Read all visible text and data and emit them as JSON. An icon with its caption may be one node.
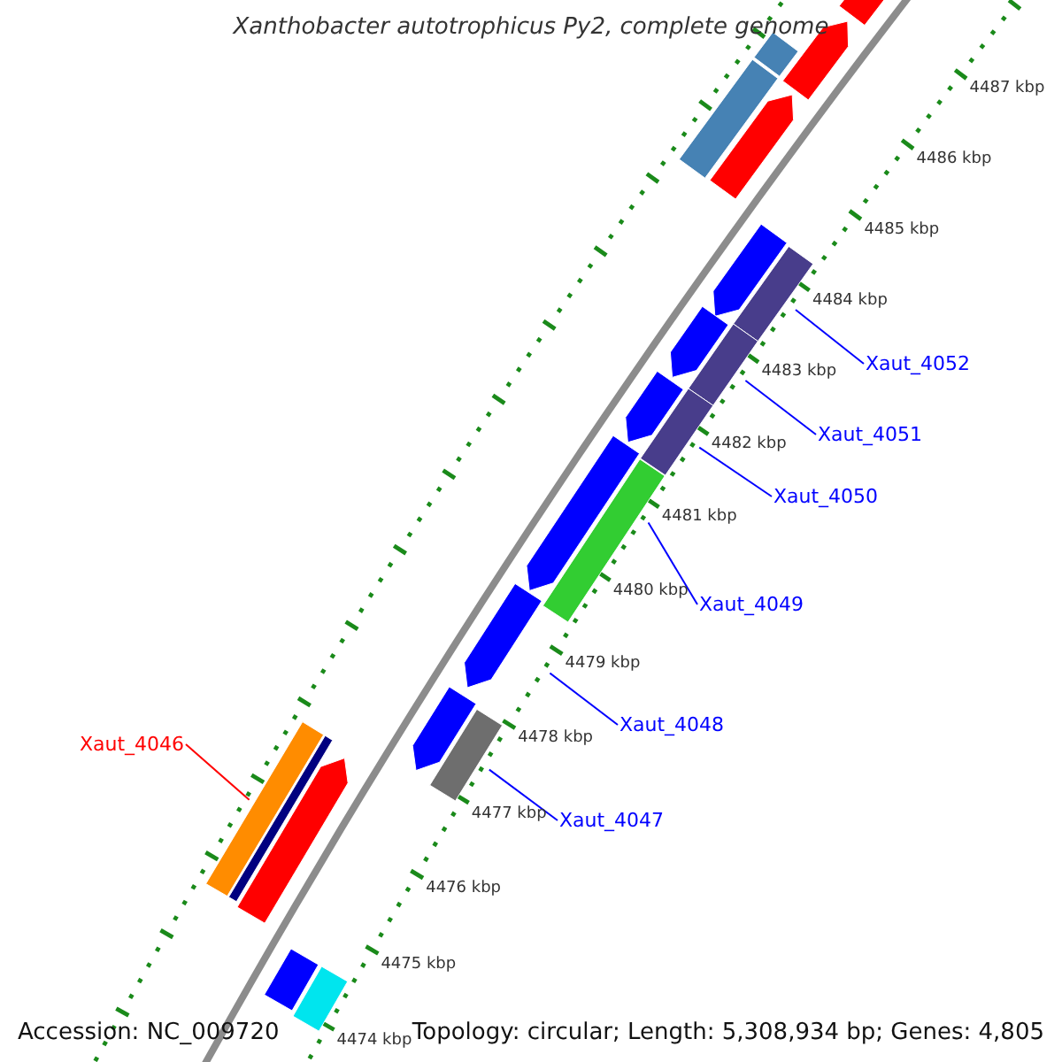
{
  "diagram": {
    "title": "Xanthobacter autotrophicus Py2, complete genome",
    "nodes": [
      {
        "text": [
          "Xaut_4052"
        ]
      },
      {
        "text": [
          "Xaut_4051"
        ]
      },
      {
        "text": [
          "Xaut_4050"
        ]
      },
      {
        "text": [
          "Xaut_4049"
        ]
      },
      {
        "text": [
          "Xaut_4048"
        ]
      },
      {
        "text": [
          "Xaut_4046"
        ]
      },
      {
        "text": [
          "Xaut_4047"
        ]
      },
      {
        "text": [],
        "shape": "bar"
      },
      {
        "text": [],
        "shape": "bar"
      },
      {
        "text": [],
        "shape": "bar"
      },
      {
        "text": [],
        "shape": "bar"
      },
      {
        "text": [],
        "shape": "bar"
      },
      {
        "text": [],
        "shape": "bar"
      },
      {
        "text": [],
        "shape": "bar"
      },
      {
        "text": [],
        "shape": "bar"
      },
      {
        "text": [],
        "shape": "bar"
      },
      {
        "text": [],
        "shape": "bar"
      },
      {
        "text": [],
        "shape": "bar"
      },
      {
        "text": [],
        "shape": "bar"
      },
      {
        "text": [],
        "shape": "bar"
      },
      {
        "text": [],
        "shape": "bar"
      },
      {
        "text": [],
        "shape": "bar"
      },
      {
        "text": [],
        "shape": "bar"
      },
      {
        "text": [],
        "shape": "bar"
      },
      {
        "text": [],
        "shape": "bar"
      },
      {
        "text": [],
        "shape": "bar"
      },
      {
        "text": [],
        "shape": "bar"
      },
      {
        "text": [],
        "shape": "bar"
      }
    ],
    "edges": [
      {
        "from": 0,
        "to": 13,
        "arrow": "none"
      },
      {
        "from": 1,
        "to": 15,
        "arrow": "none"
      },
      {
        "from": 2,
        "to": 17,
        "arrow": "none"
      },
      {
        "from": 3,
        "to": 19,
        "arrow": "none"
      },
      {
        "from": 4,
        "to": 20,
        "arrow": "none"
      },
      {
        "from": 5,
        "to": 23,
        "arrow": "none",
        "color": "#ff0000"
      },
      {
        "from": 6,
        "to": 22,
        "arrow": "none"
      }
    ],
    "labels": [
      "4487 kbp",
      "4486 kbp",
      "4485 kbp",
      "4484 kbp",
      "4483 kbp",
      "4482 kbp",
      "4481 kbp",
      "4480 kbp",
      "4479 kbp",
      "4478 kbp",
      "4477 kbp",
      "4476 kbp",
      "4475 kbp",
      "4474 kbp",
      "Accession: NC_009720",
      "Topology: circular; Length: 5,308,934 bp; Genes: 4,805"
    ]
  }
}
